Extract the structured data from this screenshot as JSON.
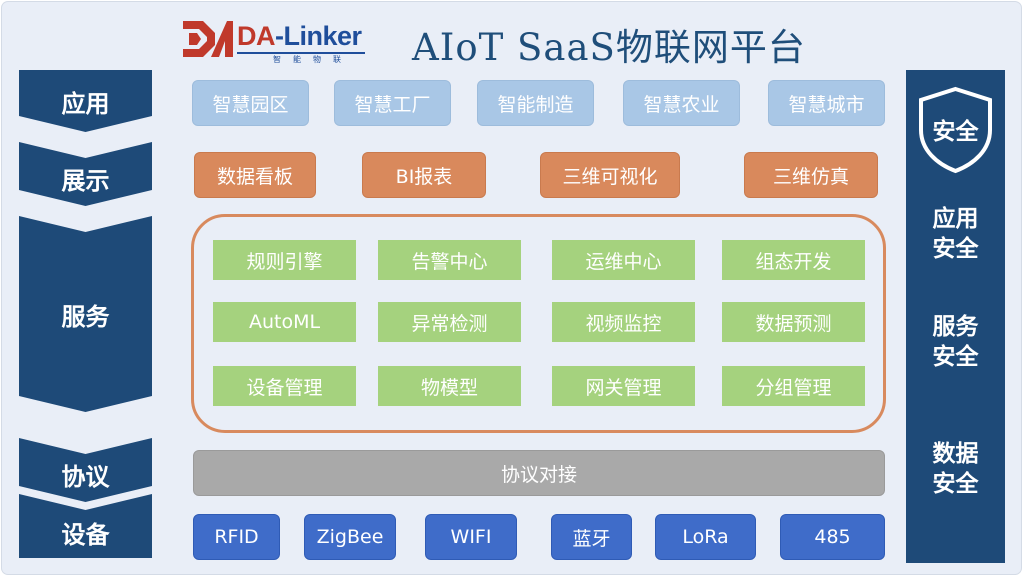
{
  "header": {
    "logo": {
      "brand": "DA-Linker",
      "subtitle": "智能物联"
    },
    "title": "AIoT  SaaS物联网平台"
  },
  "layers": {
    "application": "应用",
    "display": "展示",
    "service": "服务",
    "protocol": "协议",
    "device": "设备"
  },
  "application_items": [
    "智慧园区",
    "智慧工厂",
    "智能制造",
    "智慧农业",
    "智慧城市"
  ],
  "display_items": [
    "数据看板",
    "BI报表",
    "三维可视化",
    "三维仿真"
  ],
  "service_items": [
    [
      "规则引擎",
      "告警中心",
      "运维中心",
      "组态开发"
    ],
    [
      "AutoML",
      "异常检测",
      "视频监控",
      "数据预测"
    ],
    [
      "设备管理",
      "物模型",
      "网关管理",
      "分组管理"
    ]
  ],
  "protocol_item": "协议对接",
  "device_items": [
    "RFID",
    "ZigBee",
    "WIFI",
    "蓝牙",
    "LoRa",
    "485"
  ],
  "security": {
    "badge": "安全",
    "items": [
      [
        "应用",
        "安全"
      ],
      [
        "服务",
        "安全"
      ],
      [
        "数据",
        "安全"
      ]
    ]
  },
  "colors": {
    "navy": "#1e4a78",
    "application": "#a9c7e6",
    "display": "#d9895c",
    "service": "#a5d27e",
    "protocol": "#a9a9a9",
    "device": "#3f6cc9",
    "logo_red": "#c0392b"
  }
}
